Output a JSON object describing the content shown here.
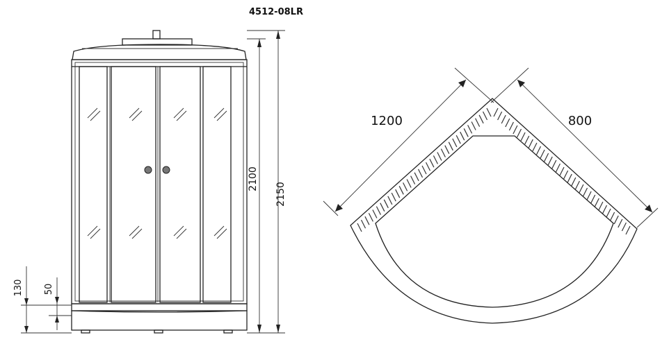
{
  "model_code": "4512-08LR",
  "dimensions": {
    "height_total": "2150",
    "height_cabin": "2100",
    "tray_height": "130",
    "tray_step": "50",
    "width_long": "1200",
    "width_short": "800"
  },
  "colors": {
    "line": "#222222",
    "handle": "#777777",
    "background": "#ffffff"
  }
}
